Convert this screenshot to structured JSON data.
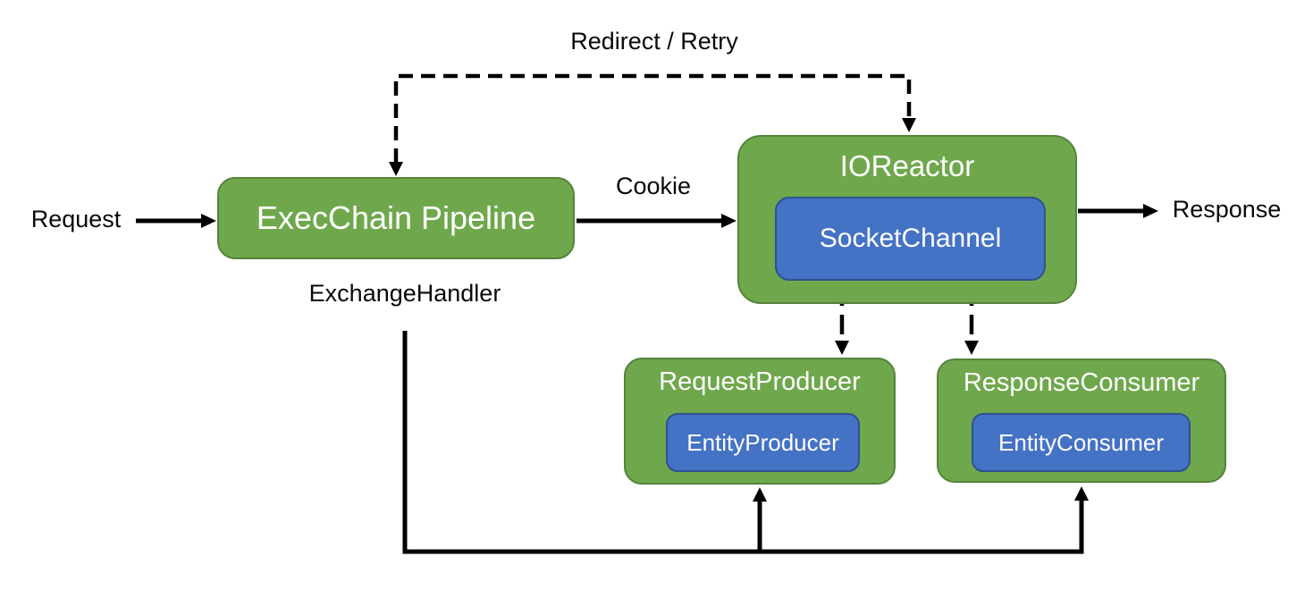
{
  "diagram": {
    "title_context": "HTTP async client execution pipeline diagram",
    "colors": {
      "node_green_fill": "#6FA84C",
      "node_green_border": "#55833B",
      "node_blue_fill": "#4472C4",
      "node_blue_border": "#2F528F",
      "node_text": "#FFFFFF",
      "line_color": "#000000",
      "background": "#FFFFFF"
    },
    "nodes": {
      "exec_chain": {
        "label": "ExecChain Pipeline"
      },
      "io_reactor": {
        "label": "IOReactor"
      },
      "socket_channel": {
        "label": "SocketChannel"
      },
      "request_producer": {
        "label": "RequestProducer"
      },
      "entity_producer": {
        "label": "EntityProducer"
      },
      "response_consumer": {
        "label": "ResponseConsumer"
      },
      "entity_consumer": {
        "label": "EntityConsumer"
      }
    },
    "labels": {
      "request": "Request",
      "response": "Response",
      "cookie": "Cookie",
      "redirect_retry": "Redirect / Retry",
      "exchange_handler": "ExchangeHandler"
    },
    "edges": [
      {
        "from": "Request",
        "to": "ExecChain Pipeline",
        "style": "solid-arrow"
      },
      {
        "from": "ExecChain Pipeline",
        "to": "IOReactor",
        "style": "solid-arrow",
        "label": "Cookie"
      },
      {
        "from": "IOReactor",
        "to": "Response",
        "style": "solid-arrow"
      },
      {
        "from": "ExecChain Pipeline",
        "to": "IOReactor",
        "style": "dashed-double-arrow",
        "label": "Redirect / Retry"
      },
      {
        "from": "SocketChannel",
        "to": "RequestProducer",
        "style": "dashed-double-arrow"
      },
      {
        "from": "SocketChannel",
        "to": "ResponseConsumer",
        "style": "dashed-double-arrow"
      },
      {
        "from": "ExchangeHandler",
        "to": "RequestProducer",
        "style": "solid-arrow"
      },
      {
        "from": "ExchangeHandler",
        "to": "ResponseConsumer",
        "style": "solid-arrow"
      }
    ]
  }
}
